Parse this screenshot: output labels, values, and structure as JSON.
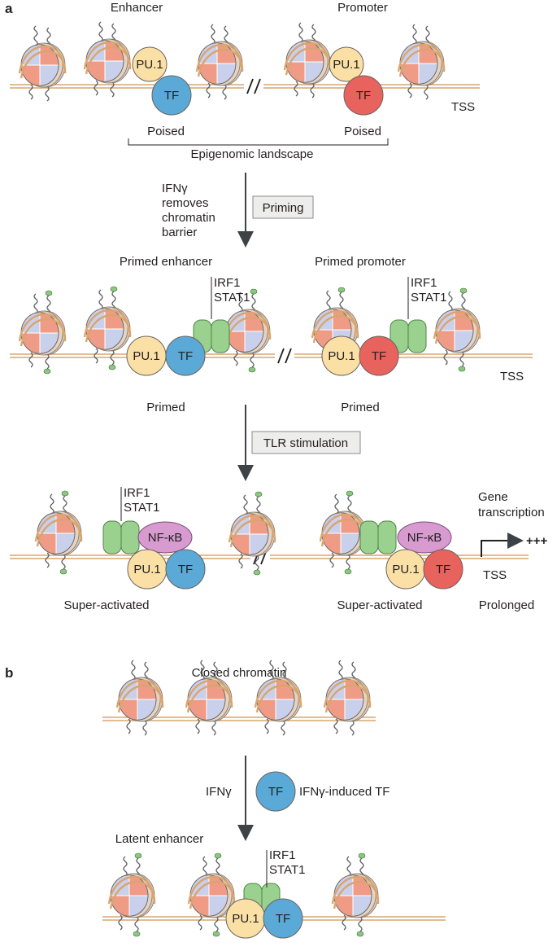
{
  "panels": {
    "a": "a",
    "b": "b"
  },
  "panel_a": {
    "row1": {
      "enhancer": "Enhancer",
      "promoter": "Promoter",
      "pu1_enhancer": "PU.1",
      "tf_enhancer": "TF",
      "pu1_promoter": "PU.1",
      "tf_promoter": "TF",
      "tss": "TSS",
      "poised_left": "Poised",
      "poised_right": "Poised",
      "landscape": "Epigenomic landscape"
    },
    "step1": {
      "note_line1": "IFNγ",
      "note_line2": "removes",
      "note_line3": "chromatin",
      "note_line4": "barrier",
      "box": "Priming"
    },
    "row2": {
      "primed_enhancer": "Primed enhancer",
      "primed_promoter": "Primed promoter",
      "irf1_left": "IRF1",
      "stat1_left": "STAT1",
      "irf1_right": "IRF1",
      "stat1_right": "STAT1",
      "pu1_left": "PU.1",
      "tf_left": "TF",
      "pu1_right": "PU.1",
      "tf_right": "TF",
      "tss": "TSS",
      "primed_left": "Primed",
      "primed_right": "Primed"
    },
    "step2": {
      "box": "TLR stimulation"
    },
    "row3": {
      "irf1_left": "IRF1",
      "stat1_left": "STAT1",
      "nfkb_left": "NF-κB",
      "pu1_left": "PU.1",
      "tf_left": "TF",
      "nfkb_right": "NF-κB",
      "pu1_right": "PU.1",
      "tf_right": "TF",
      "gene_line1": "Gene",
      "gene_line2": "transcription",
      "plus": "+++",
      "tss": "TSS",
      "super_left": "Super-activated",
      "super_right": "Super-activated",
      "prolonged": "Prolonged"
    }
  },
  "panel_b": {
    "closed": "Closed chromatin",
    "ifng": "IFNγ",
    "tf_circle": "TF",
    "tf_label": "IFNγ-induced TF",
    "latent": "Latent enhancer",
    "irf1": "IRF1",
    "stat1": "STAT1",
    "pu1": "PU.1",
    "tf": "TF"
  },
  "colors": {
    "pu1": "#fbe0a6",
    "tf_blue": "#5aa9d6",
    "tf_red": "#e8625e",
    "nfkb": "#d79bd0",
    "stat": "#9ad18e",
    "box_fill": "#ededeb",
    "dna": "#d9a56f",
    "histone_peach": "#f09b86",
    "histone_lavender": "#c9d0ec",
    "acetyl": "#8cc97e"
  }
}
